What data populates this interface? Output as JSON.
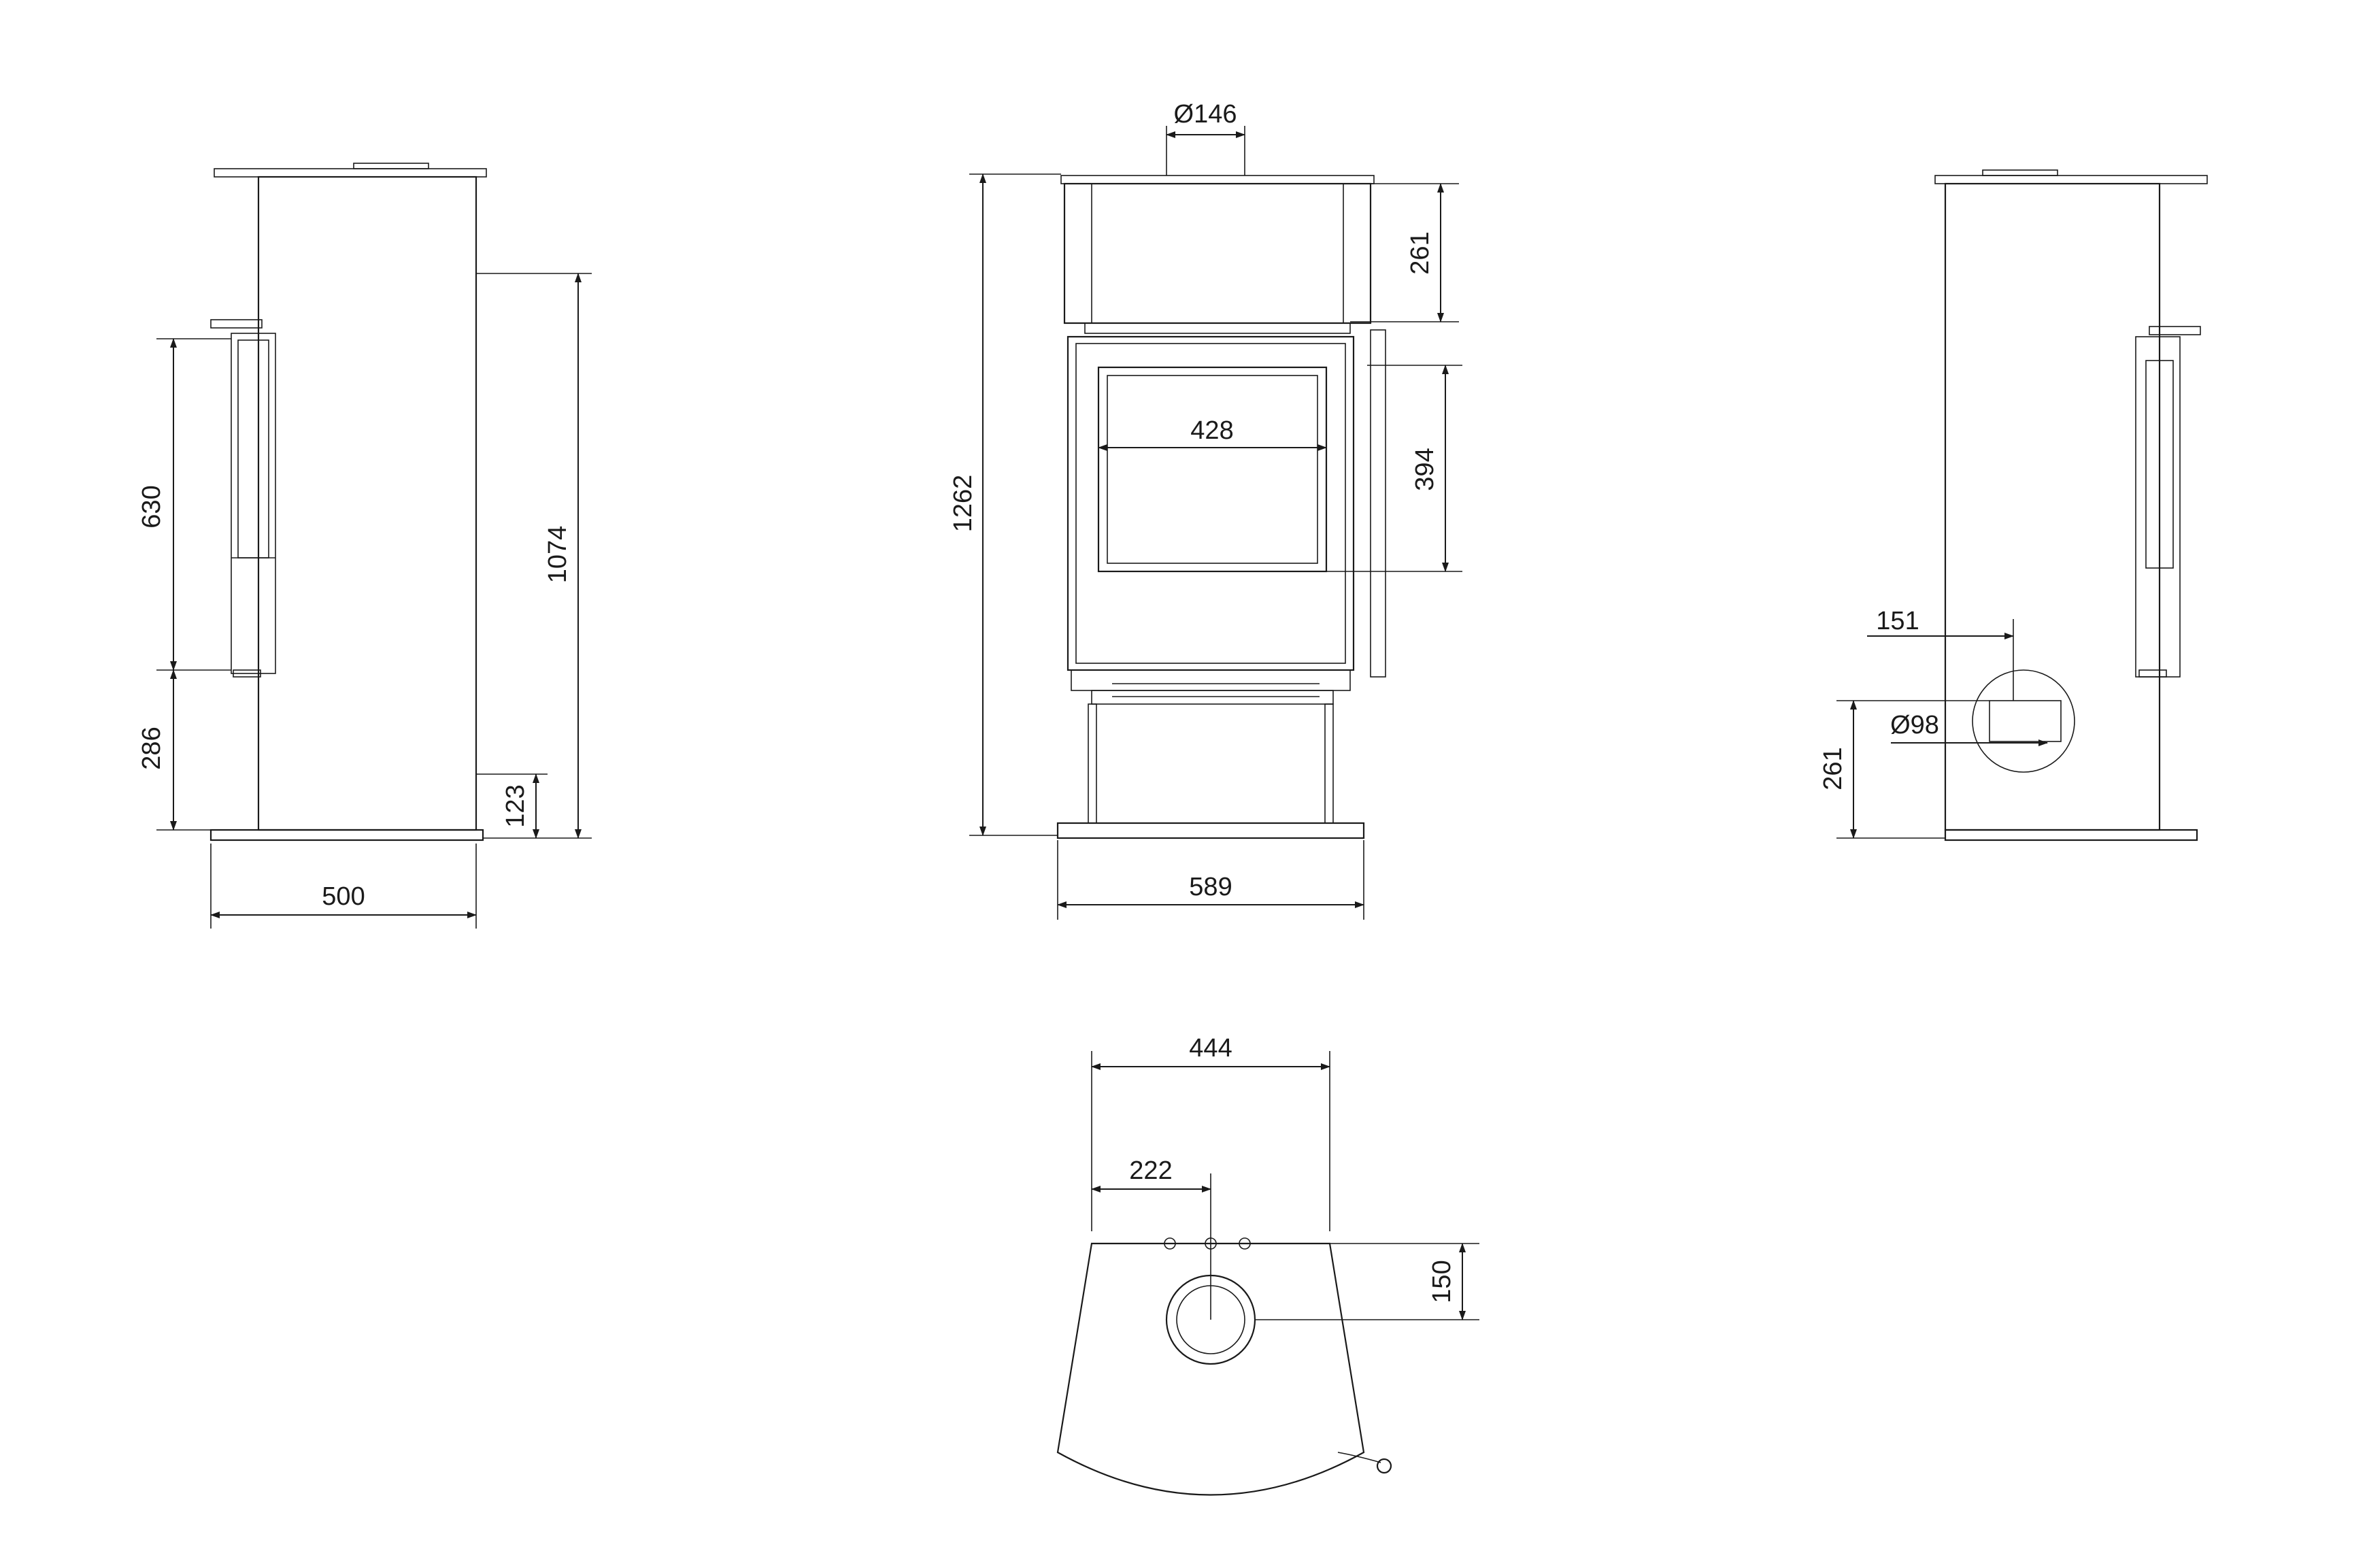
{
  "side_view_left": {
    "height_door": "630",
    "height_door_bottom": "286",
    "height_rear_outlet": "1074",
    "height_air_inlet": "123",
    "depth": "500"
  },
  "front_view": {
    "flue_diameter": "Ø146",
    "height_total": "1262",
    "height_top": "261",
    "window_height": "394",
    "window_width": "428",
    "width": "589"
  },
  "side_view_right": {
    "air_offset": "151",
    "air_diameter": "Ø98",
    "air_height": "261"
  },
  "top_view": {
    "depth": "444",
    "flue_offset_x": "222",
    "flue_offset_y": "150"
  }
}
